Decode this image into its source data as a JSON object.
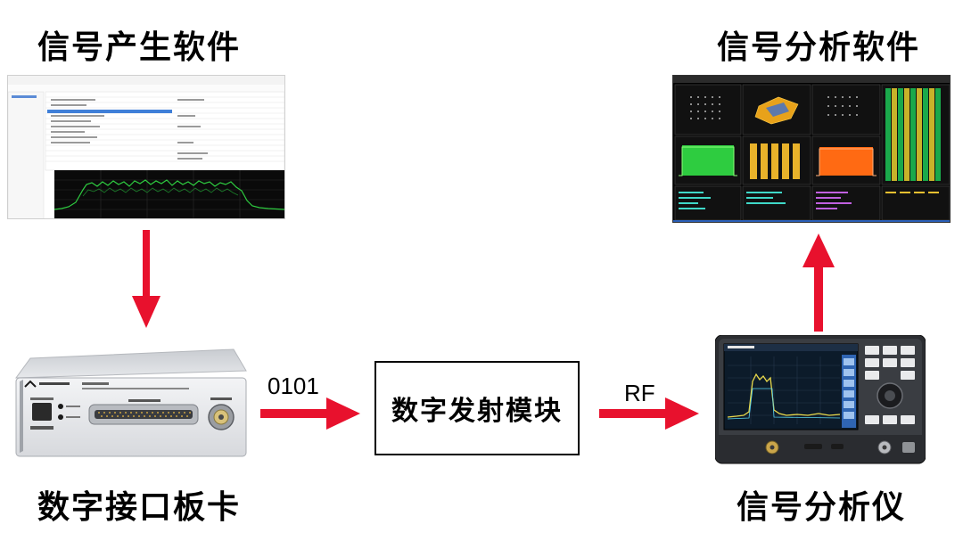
{
  "labels": {
    "gen_software": "信号产生软件",
    "ana_software": "信号分析软件",
    "interface_card": "数字接口板卡",
    "analyzer": "信号分析仪"
  },
  "module_box": "数字发射模块",
  "signals": {
    "digital": "0101",
    "rf": "RF"
  },
  "colors": {
    "arrow": "#e8112d",
    "spectrum_green": "#2ecc40",
    "analyzer_orange": "#ff6a13",
    "analyzer_panel": "#0c1b2a"
  },
  "icons": [
    "arrow-down-icon",
    "arrow-right-icon",
    "arrow-up-icon"
  ]
}
